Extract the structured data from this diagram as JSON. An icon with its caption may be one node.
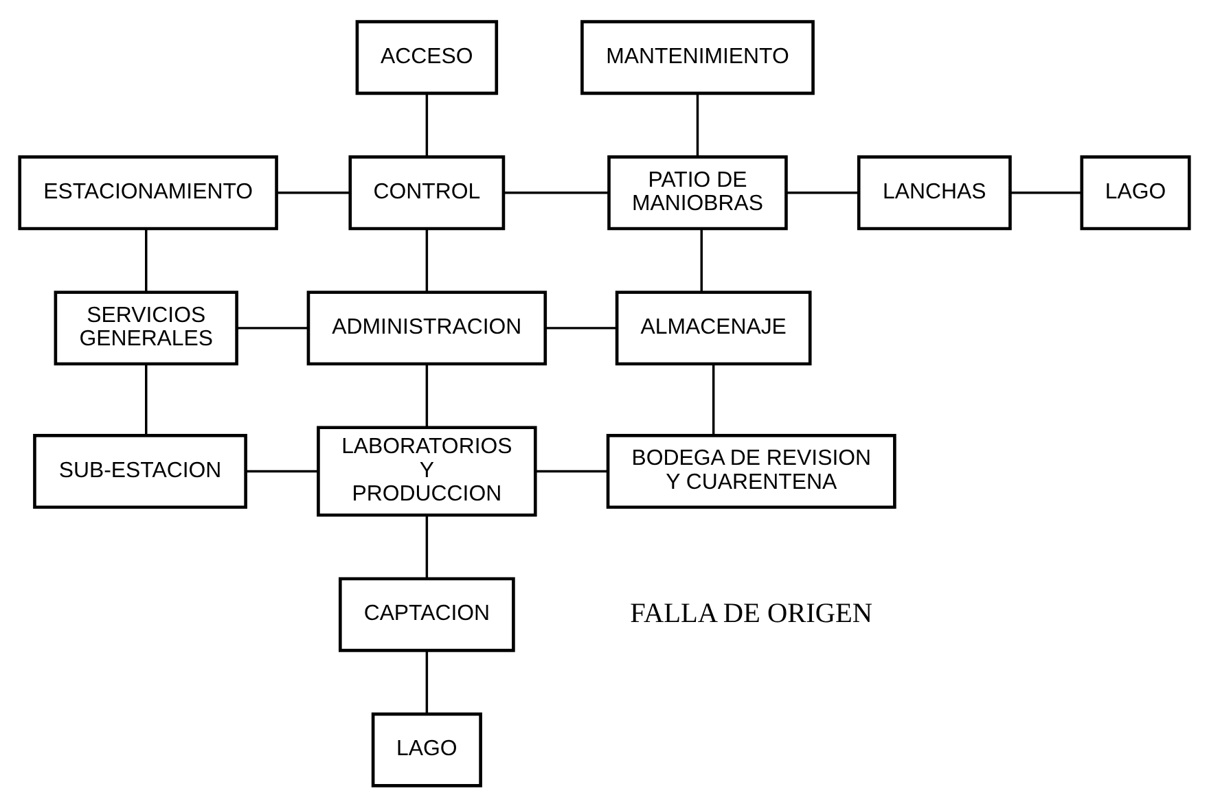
{
  "diagram": {
    "nodes": [
      {
        "text": [
          "ACCESO"
        ]
      },
      {
        "text": [
          "MANTENIMIENTO"
        ]
      },
      {
        "text": [
          "ESTACIONAMIENTO"
        ]
      },
      {
        "text": [
          "CONTROL"
        ]
      },
      {
        "text": [
          "PATIO DE MANIOBRAS"
        ]
      },
      {
        "text": [
          "LANCHAS"
        ]
      },
      {
        "text": [
          "LAGO"
        ]
      },
      {
        "text": [
          "SERVICIOS GENERALES"
        ]
      },
      {
        "text": [
          "ADMINISTRACION"
        ]
      },
      {
        "text": [
          "ALMACENAJE"
        ]
      },
      {
        "text": [
          "SUB-ESTACION"
        ]
      },
      {
        "text": [
          "LABORATORIOS Y PRODUCCION"
        ]
      },
      {
        "text": [
          "BODEGA DE REVISION Y CUARENTENA"
        ]
      },
      {
        "text": [
          "CAPTACION"
        ]
      },
      {
        "text": [
          "LAGO"
        ]
      }
    ],
    "edges": [
      {
        "from": 0,
        "to": 3,
        "arrow": "none"
      },
      {
        "from": 1,
        "to": 4,
        "arrow": "none"
      },
      {
        "from": 2,
        "to": 3,
        "arrow": "none"
      },
      {
        "from": 3,
        "to": 4,
        "arrow": "none"
      },
      {
        "from": 4,
        "to": 5,
        "arrow": "none"
      },
      {
        "from": 5,
        "to": 6,
        "arrow": "none"
      },
      {
        "from": 2,
        "to": 7,
        "arrow": "none"
      },
      {
        "from": 7,
        "to": 8,
        "arrow": "none"
      },
      {
        "from": 3,
        "to": 8,
        "arrow": "none"
      },
      {
        "from": 8,
        "to": 9,
        "arrow": "none"
      },
      {
        "from": 4,
        "to": 9,
        "arrow": "none"
      },
      {
        "from": 7,
        "to": 10,
        "arrow": "none"
      },
      {
        "from": 10,
        "to": 11,
        "arrow": "none"
      },
      {
        "from": 8,
        "to": 11,
        "arrow": "none"
      },
      {
        "from": 9,
        "to": 12,
        "arrow": "none"
      },
      {
        "from": 11,
        "to": 12,
        "arrow": "none"
      },
      {
        "from": 11,
        "to": 13,
        "arrow": "none"
      },
      {
        "from": 13,
        "to": 14,
        "arrow": "none"
      }
    ],
    "labels": [
      "FALLA DE ORIGEN"
    ]
  }
}
